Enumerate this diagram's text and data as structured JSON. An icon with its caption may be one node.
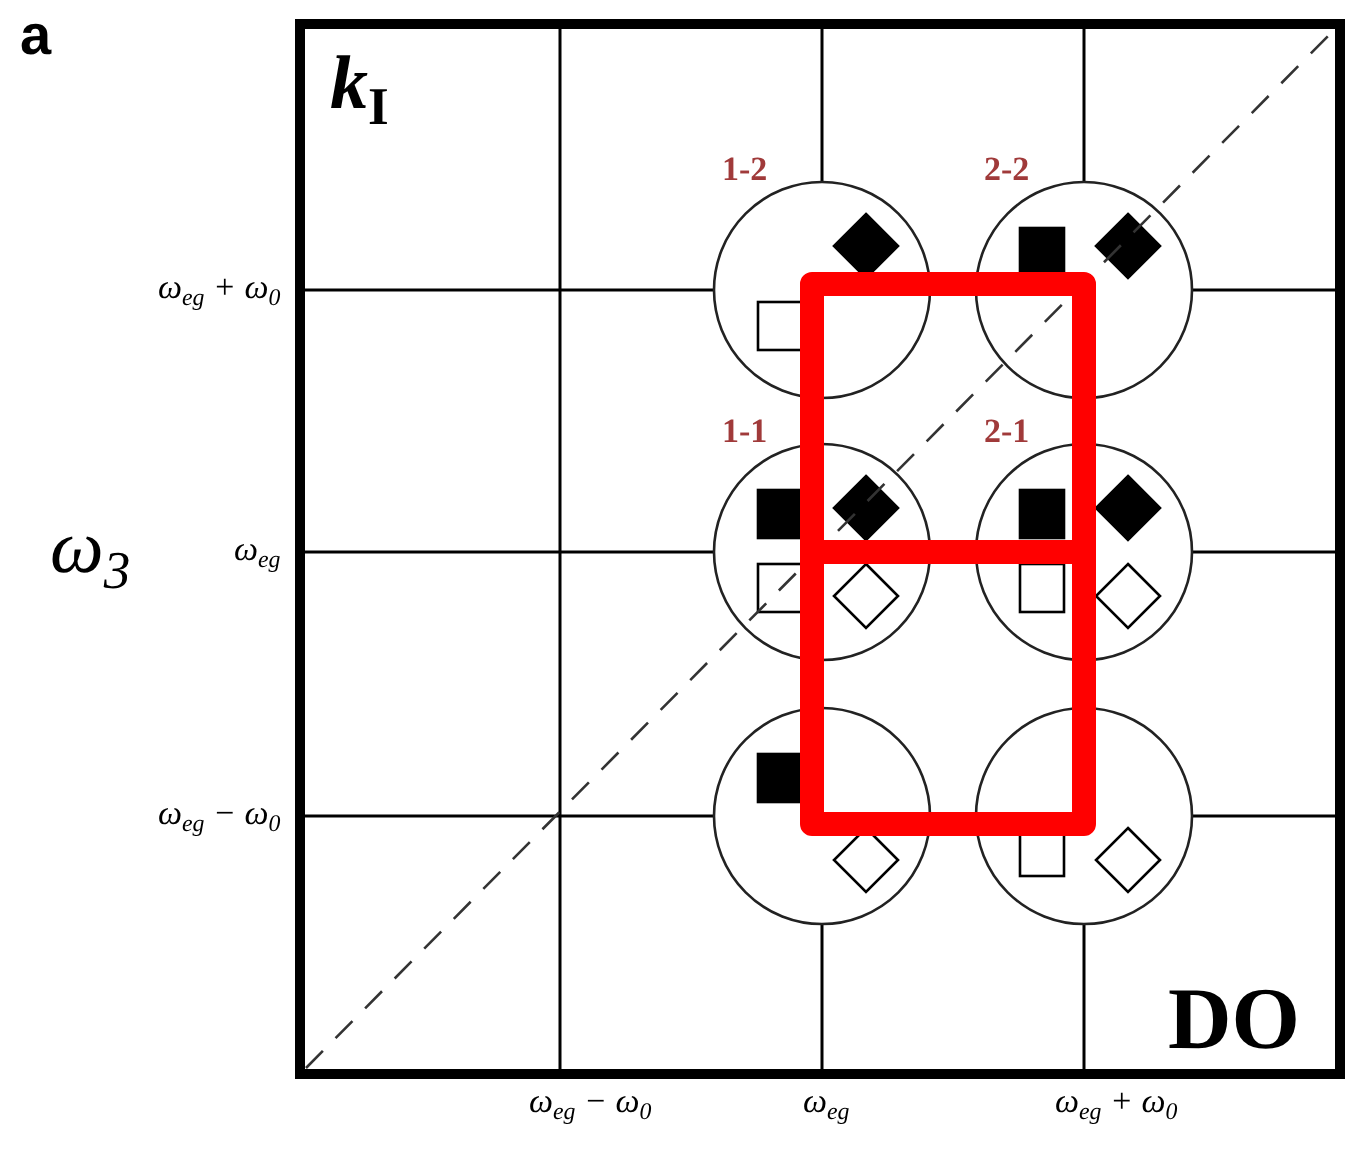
{
  "diagram": {
    "nodes": [
      {
        "text": [],
        "shape": "circle",
        "beside": [
          "1-2"
        ]
      },
      {
        "text": [],
        "shape": "circle",
        "beside": [
          "2-2"
        ]
      },
      {
        "text": [],
        "shape": "circle",
        "beside": [
          "1-1"
        ]
      },
      {
        "text": [],
        "shape": "circle",
        "beside": [
          "2-1"
        ]
      },
      {
        "text": [],
        "shape": "circle"
      },
      {
        "text": [],
        "shape": "circle"
      }
    ],
    "labels": [
      "a",
      "*k*$_{I}$",
      "ω$_{eg}$ + ω$_{0}$",
      "ω$_{3}$",
      "ω$_{eg}$",
      "ω$_{eg}$ − ω$_{0}$",
      "DO",
      "ω$_{eg}$ − ω$_{0}$",
      "ω$_{eg}$",
      "ω$_{eg}$ + ω$_{0}$"
    ]
  }
}
